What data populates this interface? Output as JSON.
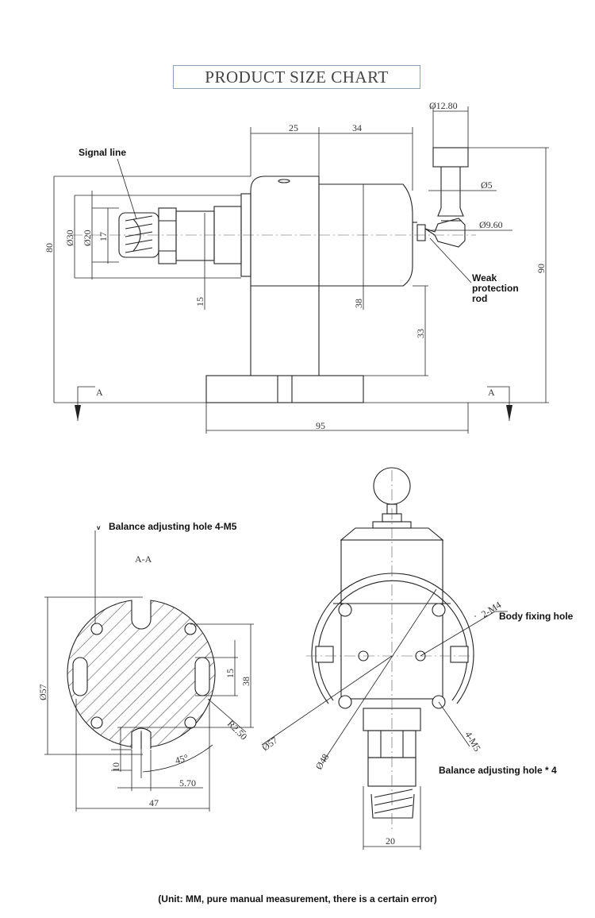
{
  "title": "PRODUCT SIZE CHART",
  "callouts": {
    "signal_line": "Signal line",
    "weak_protection_rod": "Weak\nprotection\nrod",
    "balance_hole_4m5": "Balance adjusting hole 4-M5",
    "body_fixing_hole": "Body fixing hole",
    "balance_hole_x4": "Balance adjusting hole * 4"
  },
  "bullet_mark": "v",
  "section_label": "A-A",
  "section_marker": "A",
  "dims_top": {
    "d25": "25",
    "d34": "34",
    "d12_80": "Ø12.80",
    "d5": "Ø5",
    "d9_60": "Ø9.60",
    "d80": "80",
    "d30": "Ø30",
    "d20": "Ø20",
    "d17": "17",
    "d15": "15",
    "d38": "38",
    "d33": "33",
    "d90": "90",
    "d95": "95"
  },
  "dims_bottom_left": {
    "d57": "Ø57",
    "d15": "15",
    "d38": "38",
    "r2_50": "R2.50",
    "d10": "10",
    "d45": "45°",
    "d5_70": "5.70",
    "d47": "47"
  },
  "dims_bottom_right": {
    "m4": "2-M4",
    "d57": "Ø57",
    "d48": "Ø48",
    "m5": "4-M5",
    "d20": "20"
  },
  "footer": "(Unit: MM, pure manual measurement, there is a certain error)"
}
